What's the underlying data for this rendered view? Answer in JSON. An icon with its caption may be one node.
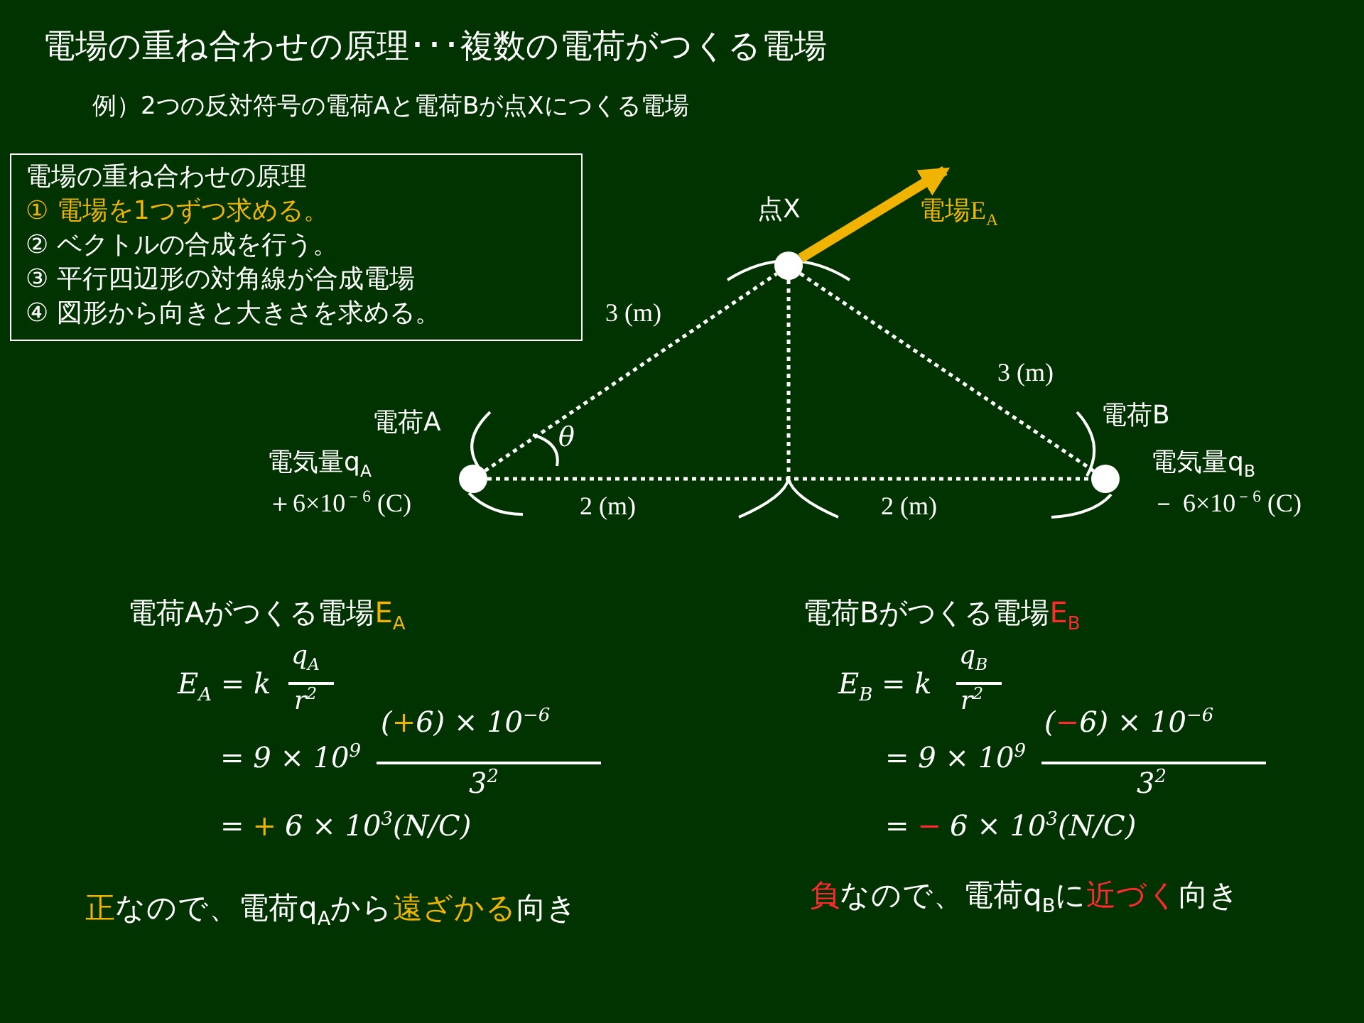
{
  "diagram": {
    "title": "電場の重ね合わせの原理･･･複数の電荷がつくる電場",
    "nodes": [
      {
        "text": [
          "電場の重ね合わせの原理",
          "① 電場を1つずつ求める。",
          "② ベクトルの合成を行う。",
          "③ 平行四辺形の対角線が合成電場",
          "④ 図形から向きと大きさを求める。"
        ]
      },
      {
        "text": [],
        "shape": "circle",
        "beside": [
          "点X"
        ]
      },
      {
        "text": [],
        "shape": "circle",
        "beside": [
          "電荷A",
          "電気量q$_{A}$",
          "＋6×10$^{－6}$ (C)"
        ]
      },
      {
        "text": [],
        "shape": "circle",
        "beside": [
          "電荷B",
          "電気量q$_{B}$",
          "－ 6×10$^{－6}$ (C)"
        ]
      },
      {
        "text": [],
        "shape": "arc"
      }
    ],
    "edges": [
      {
        "from": 2,
        "to": 1,
        "arrow": "none",
        "style": "dashed",
        "label": "3 (m)"
      },
      {
        "from": 1,
        "to": 3,
        "arrow": "none",
        "style": "dashed",
        "label": "3 (m)"
      },
      {
        "from": 2,
        "to": 3,
        "arrow": "none",
        "style": "dashed"
      },
      {
        "from": 1,
        "to": 4,
        "arrow": "none",
        "style": "dashed"
      },
      {
        "from": 1,
        "to": null,
        "arrow": "to",
        "style": "thick",
        "color": "#f0b400",
        "label": "電場E$_{A}$"
      }
    ],
    "labels": [
      "例）2つの反対符号の電荷Aと電荷Bが点Xにつくる電場",
      "θ",
      "2 (m)",
      "2 (m)",
      "電荷Aがつくる電場",
      "E$_{A}$",
      "E$_{A}$ = k",
      "q$_{A}$",
      "r$^{2}$",
      "= 9 × 10$^{9}$",
      "(",
      "+",
      "6) × 10$^{−6}$",
      "3$^{2}$",
      "=",
      "+",
      "6 × 10$^{3}$(N/C)",
      "正",
      "なので、電荷q$_{A}$から",
      "遠ざかる",
      "向き",
      "電荷Bがつくる電場",
      "E$_{B}$",
      "E$_{B}$ = k",
      "q$_{B}$",
      "r$^{2}$",
      "= 9 × 10$^{9}$",
      "(",
      "−",
      "6) × 10$^{−6}$",
      "3$^{2}$",
      "=",
      "−",
      "6 × 10$^{3}$(N/C)",
      "負",
      "なので、電荷q$_{B}$に",
      "近づく",
      "向き"
    ]
  }
}
